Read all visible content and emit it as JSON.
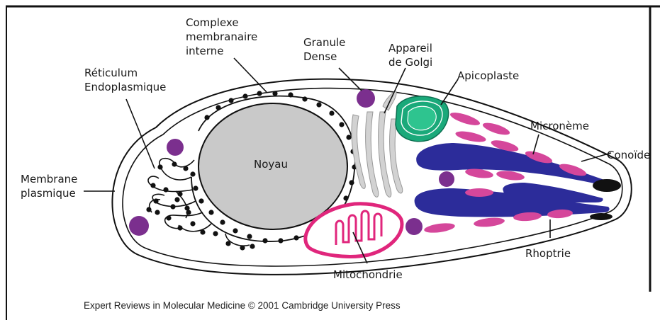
{
  "labels": {
    "complexe": "Complexe\nmembranaire\ninterne",
    "granule": "Granule\nDense",
    "golgi": "Appareil\nde Golgi",
    "apicoplaste": "Apicoplaste",
    "reticulum": "Réticulum\nEndoplasmique",
    "micronème": "Micronème",
    "conoide": "Conoïde",
    "membrane": "Membrane\nplasmique",
    "noyau": "Noyau",
    "rhoptrie": "Rhoptrie",
    "mitochondrie": "Mitochondrie"
  },
  "credit": "Expert Reviews in Molecular Medicine © 2001 Cambridge University Press",
  "colors": {
    "nucleus": "#c9c9c9",
    "dense_granule": "#7b2f8e",
    "apicoplast": "#1aa97a",
    "microneme": "#d5479b",
    "rhoptry": "#2c2c9a",
    "mitochondrion": "#e0267c",
    "golgi": "#d2d2d2"
  }
}
